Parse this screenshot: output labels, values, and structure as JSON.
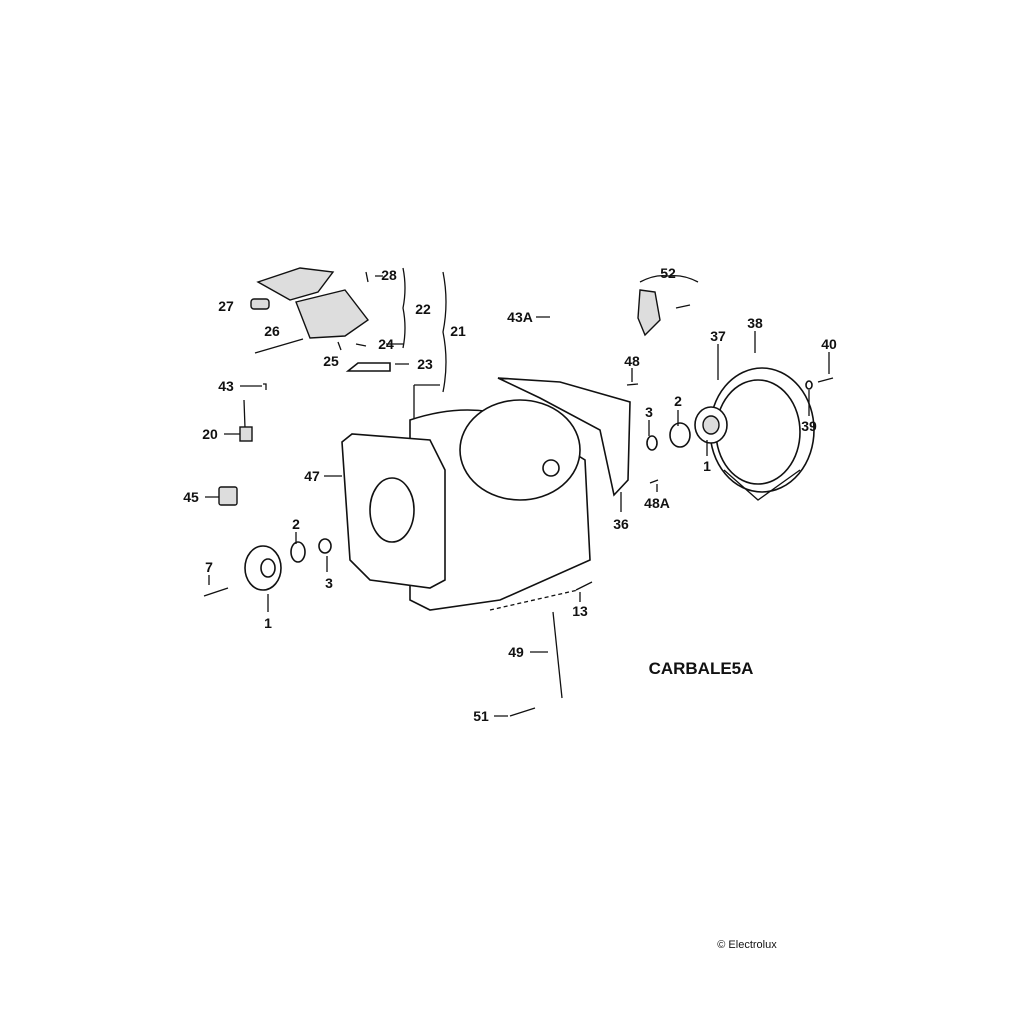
{
  "diagram": {
    "code": "CARBALE5A",
    "copyright": "© Electrolux",
    "labels": [
      "28",
      "22",
      "21",
      "27",
      "26",
      "25",
      "24",
      "23",
      "43A",
      "43",
      "20",
      "47",
      "45",
      "2",
      "3",
      "7",
      "1",
      "52",
      "48",
      "37",
      "38",
      "40",
      "3",
      "2",
      "39",
      "1",
      "48A",
      "36",
      "13",
      "49",
      "51"
    ]
  }
}
